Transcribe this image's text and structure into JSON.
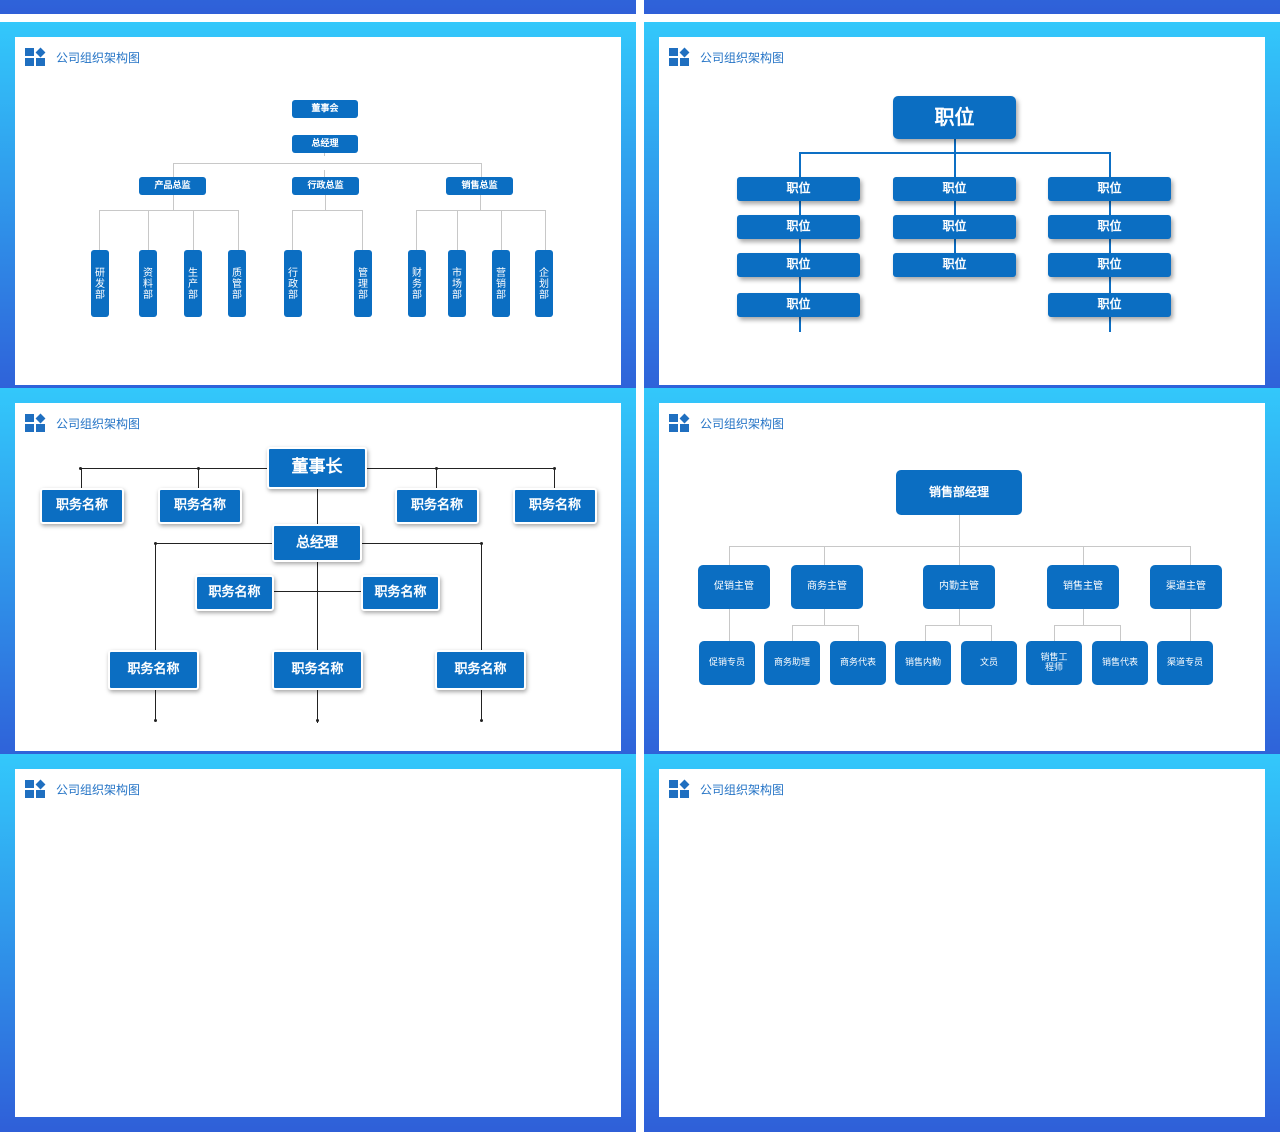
{
  "header_title": "公司组织架构图",
  "slide1": {
    "top": "董事会",
    "second": "总经理",
    "directors": [
      "产品总监",
      "行政总监",
      "销售总监"
    ],
    "departments": [
      "研发部",
      "资料部",
      "生产部",
      "质管部",
      "行政部",
      "管理部",
      "财务部",
      "市场部",
      "营销部",
      "企划部"
    ]
  },
  "slide2": {
    "top": "职位",
    "position_label": "职位"
  },
  "slide3": {
    "chairman": "董事长",
    "gm": "总经理",
    "job_title": "职务名称"
  },
  "slide4": {
    "top": "销售部经理",
    "supervisors": [
      "促销主管",
      "商务主管",
      "内勤主管",
      "销售主管",
      "渠道主管"
    ],
    "staff": [
      "促销专员",
      "商务助理",
      "商务代表",
      "销售内勤",
      "文员",
      "销售工程师",
      "销售代表",
      "渠道专员"
    ]
  },
  "colors": {
    "box": "#0b6ec2",
    "frame_top": "#33c8fb",
    "frame_bottom": "#2f5fd8",
    "header": "#2574c6"
  }
}
